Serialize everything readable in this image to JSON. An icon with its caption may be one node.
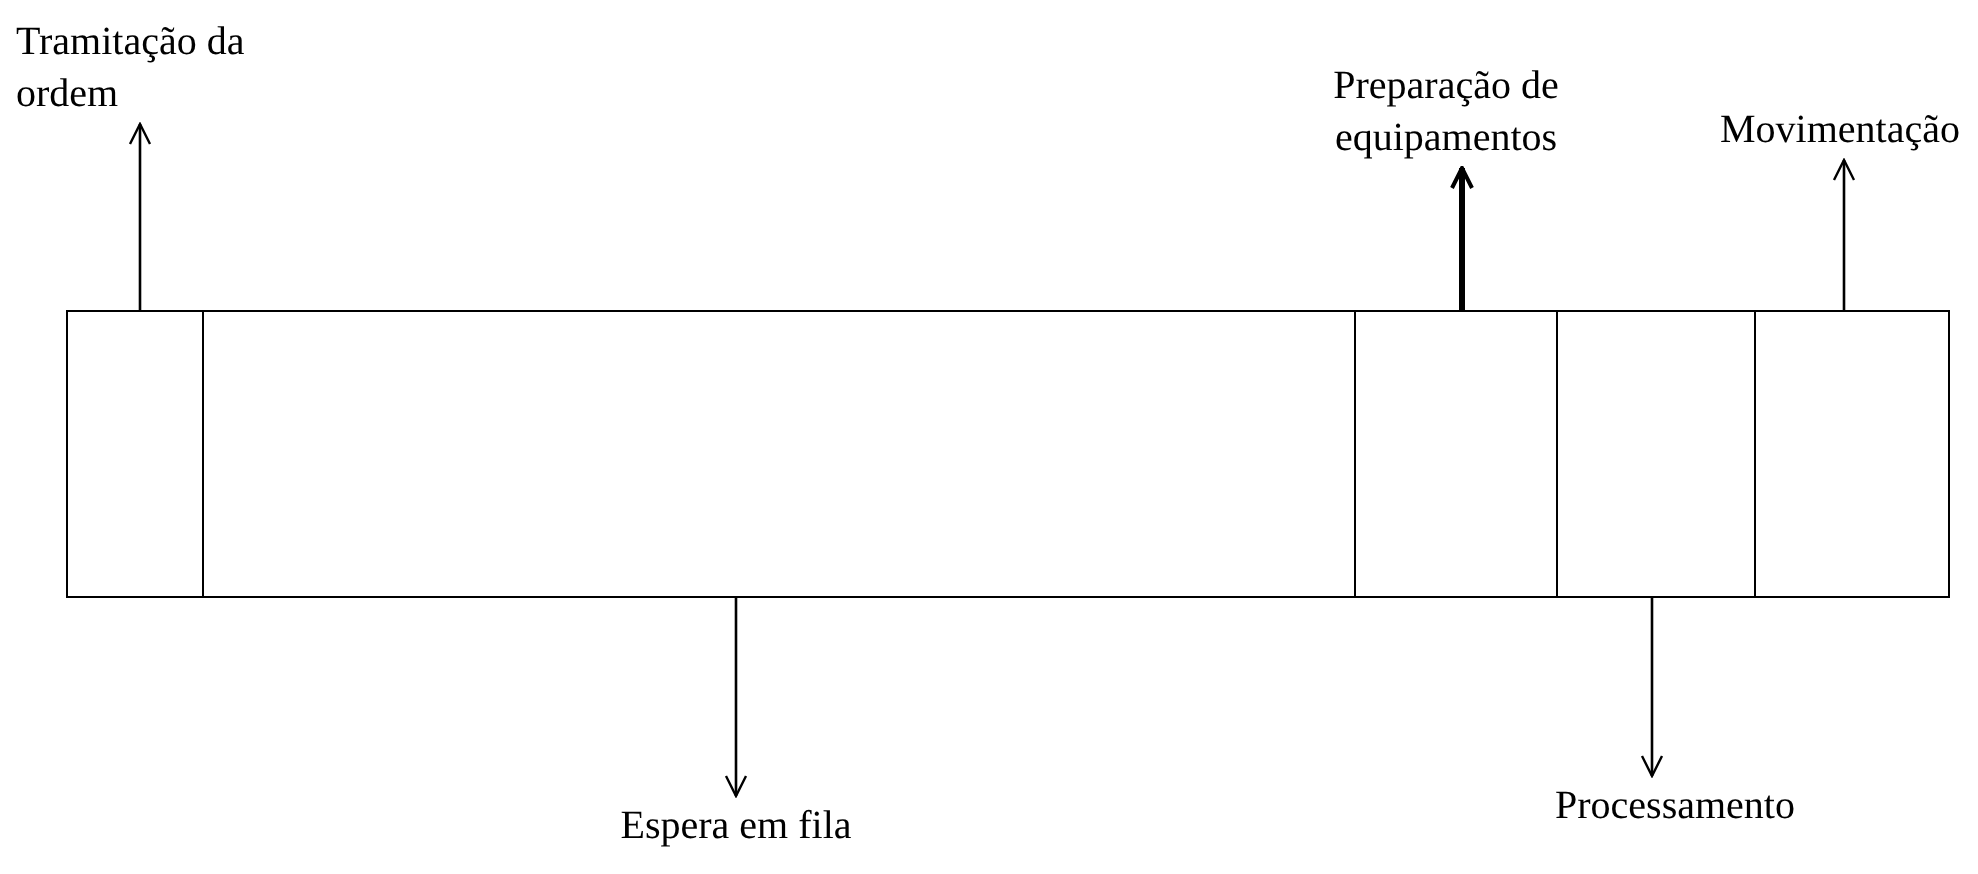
{
  "diagram": {
    "nodes": [
      {
        "text": [
          "Tramitação da ordem"
        ]
      },
      {
        "text": [
          "Preparação de equipamentos"
        ]
      },
      {
        "text": [
          "Movimentação"
        ]
      },
      {
        "text": [],
        "shape": "box"
      },
      {
        "text": [],
        "shape": "box"
      },
      {
        "text": [],
        "shape": "box"
      },
      {
        "text": [],
        "shape": "box"
      },
      {
        "text": [],
        "shape": "box"
      },
      {
        "text": [
          "Espera em fila"
        ]
      },
      {
        "text": [
          "Processamento"
        ]
      }
    ],
    "edges": [
      {
        "from": 3,
        "to": 0,
        "arrow": "to"
      },
      {
        "from": 4,
        "to": 8,
        "arrow": "to"
      },
      {
        "from": 5,
        "to": 1,
        "arrow": "to",
        "style": "thick"
      },
      {
        "from": 6,
        "to": 9,
        "arrow": "to"
      },
      {
        "from": 7,
        "to": 2,
        "arrow": "to"
      }
    ]
  }
}
